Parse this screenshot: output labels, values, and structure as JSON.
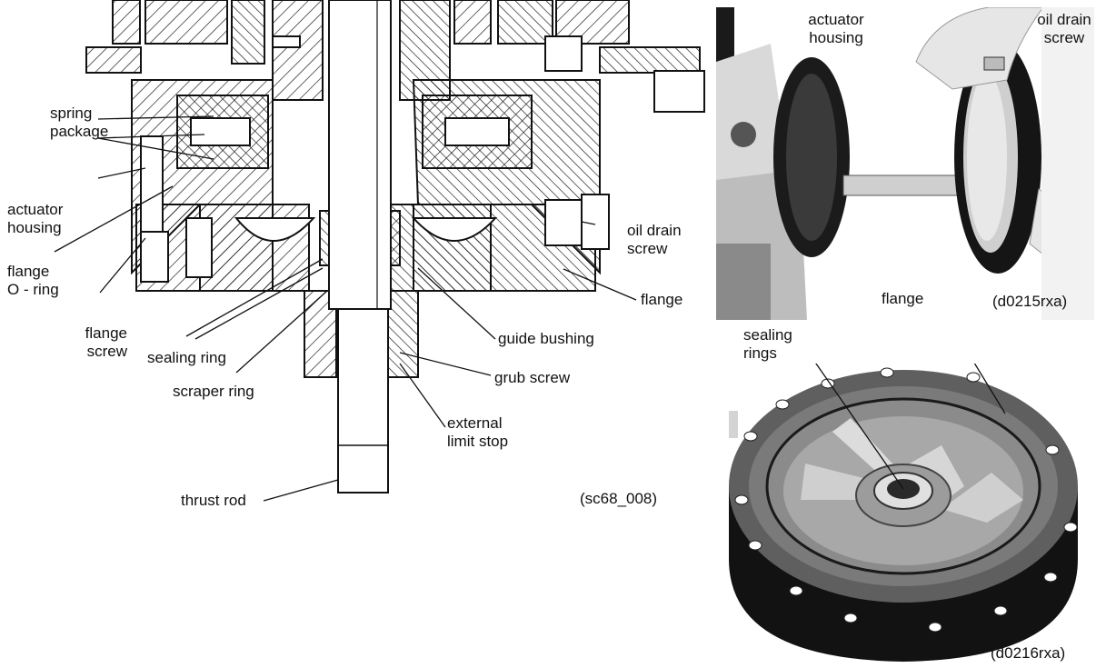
{
  "section_drawing": {
    "labels": {
      "spring_package": "spring\npackage",
      "actuator_housing": "actuator\nhousing",
      "flange_o_ring": "flange\nO - ring",
      "flange_screw": "flange\nscrew",
      "sealing_ring": "sealing ring",
      "scraper_ring": "scraper ring",
      "oil_drain_screw": "oil drain\nscrew",
      "flange": "flange",
      "guide_bushing": "guide bushing",
      "grub_screw": "grub screw",
      "external_limit_stop": "external\nlimit stop",
      "thrust_rod": "thrust rod"
    },
    "figure_id": "(sc68_008)"
  },
  "photo_top": {
    "labels": {
      "actuator_housing": "actuator\nhousing",
      "oil_drain_screw": "oil drain\nscrew",
      "flange": "flange"
    },
    "figure_id": "(d0215rxa)"
  },
  "photo_bottom": {
    "labels": {
      "sealing_rings": "sealing\nrings"
    },
    "figure_id": "(d0216rxa)"
  },
  "colors": {
    "ink": "#111111",
    "paper": "#ffffff",
    "photo_bg": "#e9e9e9",
    "metal": "#1a1a1a",
    "cast": "#9a9a9a"
  }
}
